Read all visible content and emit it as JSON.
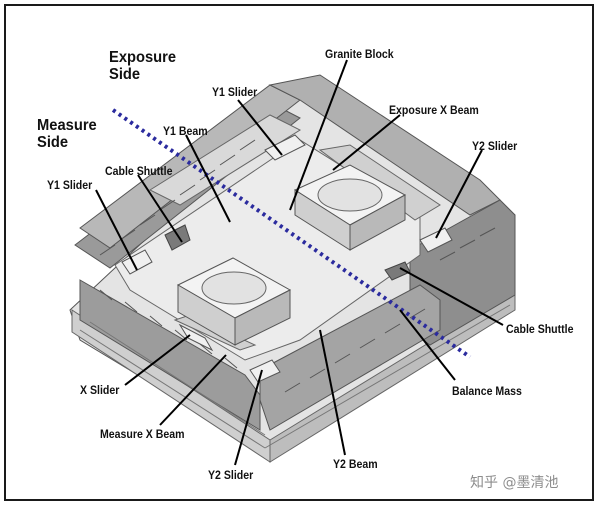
{
  "side_labels": {
    "exposure_side": [
      "Exposure",
      "Side"
    ],
    "measure_side": [
      "Measure",
      "Side"
    ]
  },
  "labels": {
    "granite_block": "Granite Block",
    "y1_slider_top": "Y1 Slider",
    "exposure_x_beam": "Exposure X Beam",
    "y1_beam": "Y1 Beam",
    "y2_slider_right": "Y2 Slider",
    "cable_shuttle_left": "Cable Shuttle",
    "y1_slider_left": "Y1 Slider",
    "cable_shuttle_right": "Cable Shuttle",
    "balance_mass": "Balance Mass",
    "x_slider": "X Slider",
    "measure_x_beam": "Measure X Beam",
    "y2_slider_bottom": "Y2 Slider",
    "y2_beam": "Y2 Beam"
  },
  "watermark": "知乎 @墨清池",
  "colors": {
    "divider_line": "#2b2b9e",
    "leader_line": "#000000",
    "body_fill": "#e9e9e9",
    "dark_gray": "#8f8f8f",
    "light_gray": "#d6d6d6"
  }
}
